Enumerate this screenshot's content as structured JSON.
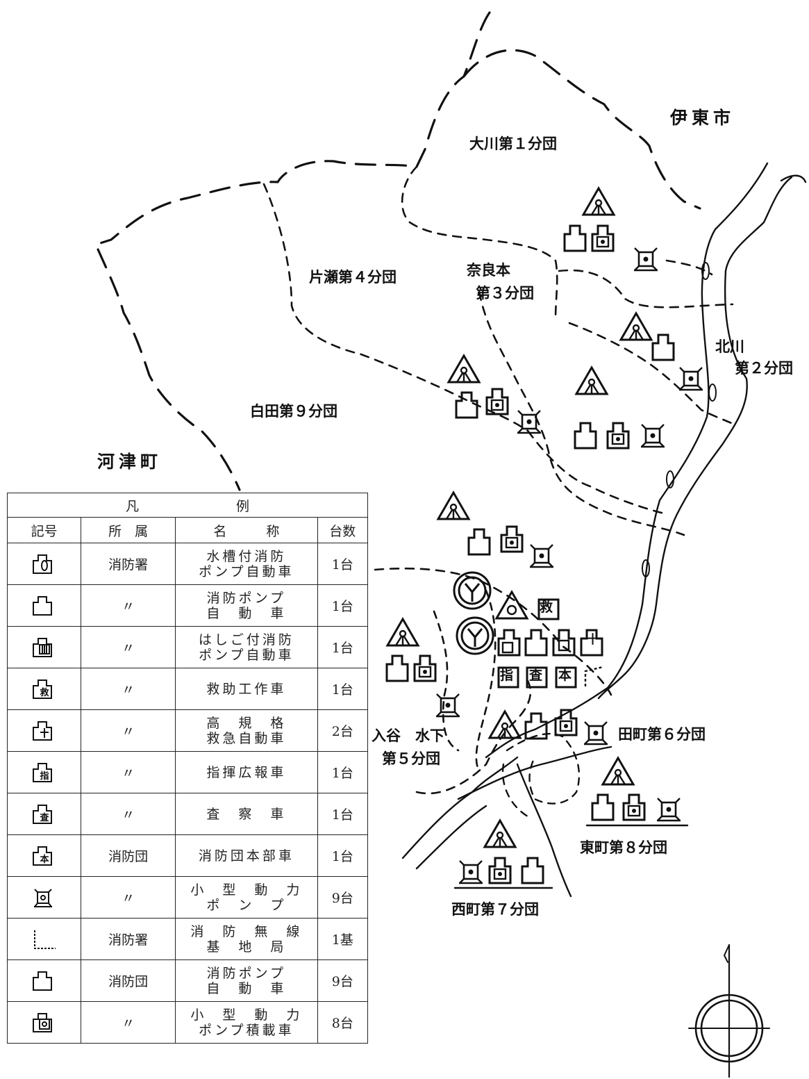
{
  "towns": {
    "ito": "伊東市",
    "kawazu": "河津町"
  },
  "districts": {
    "okawa": "大川第１分団",
    "katase": "片瀬第４分団",
    "narimoto_1": "奈良本",
    "narimoto_2": "第３分団",
    "hokusen_1": "北川",
    "hokusen_2": "第２分団",
    "shirata": "白田第９分団",
    "iriya_1": "入谷　水下",
    "iriya_2": "第５分団",
    "tamachi": "田町第６分団",
    "higashimachi": "東町第８分団",
    "nishimachi": "西町第７分団"
  },
  "legend": {
    "title_1": "凡",
    "title_2": "例",
    "headers": [
      "記号",
      "所　属",
      "名　　　称",
      "台数"
    ],
    "rows": [
      {
        "icon": "water-tank-pump-truck-icon",
        "affiliation": "消防署",
        "name_1": "水槽付消防",
        "name_2": "ポンプ自動車",
        "count": "1台"
      },
      {
        "icon": "pump-truck-icon",
        "affiliation": "〃",
        "name_1": "消防ポンプ",
        "name_2": "自　動　車",
        "count": "1台"
      },
      {
        "icon": "ladder-pump-truck-icon",
        "affiliation": "〃",
        "name_1": "はしご付消防",
        "name_2": "ポンプ自動車",
        "count": "1台"
      },
      {
        "icon": "rescue-truck-icon",
        "affiliation": "〃",
        "name_1": "救助工作車",
        "name_2": "",
        "count": "1台"
      },
      {
        "icon": "ambulance-icon",
        "affiliation": "〃",
        "name_1": "高　規　格",
        "name_2": "救急自動車",
        "count": "2台"
      },
      {
        "icon": "command-pr-vehicle-icon",
        "affiliation": "〃",
        "name_1": "指揮広報車",
        "name_2": "",
        "count": "1台"
      },
      {
        "icon": "inspection-vehicle-icon",
        "affiliation": "〃",
        "name_1": "査　察　車",
        "name_2": "",
        "count": "1台"
      },
      {
        "icon": "fire-corps-hq-vehicle-icon",
        "affiliation": "消防団",
        "name_1": "消防団本部車",
        "name_2": "",
        "count": "1台"
      },
      {
        "icon": "small-power-pump-icon",
        "affiliation": "〃",
        "name_1": "小　型　動　力",
        "name_2": "ポ　ン　プ",
        "count": "9台"
      },
      {
        "icon": "radio-base-station-icon",
        "affiliation": "消防署",
        "name_1": "消　防　無　線",
        "name_2": "基　地　局",
        "count": "1基"
      },
      {
        "icon": "pump-truck-icon",
        "affiliation": "消防団",
        "name_1": "消防ポンプ",
        "name_2": "自　動　車",
        "count": "9台"
      },
      {
        "icon": "small-pump-carrier-icon",
        "affiliation": "〃",
        "name_1": "小　型　動　力",
        "name_2": "ポンプ積載車",
        "count": "8台"
      }
    ]
  },
  "hq_kanji": {
    "rescue": "救",
    "command": "指",
    "inspection": "査",
    "hq": "本",
    "ambulance": "十"
  }
}
